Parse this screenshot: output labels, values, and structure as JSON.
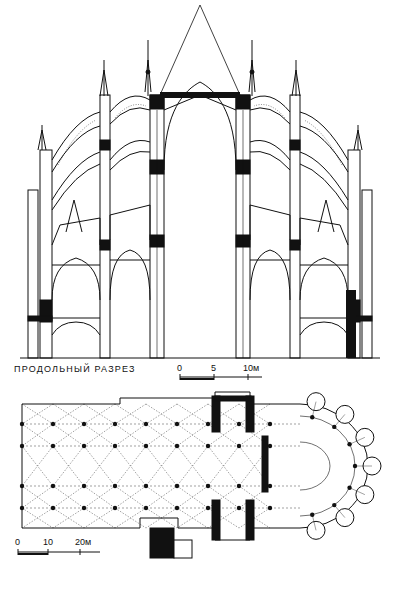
{
  "diagram": {
    "labels": [
      "ПРОДОЛЬНЫЙ РАЗРЕЗ",
      "0",
      "5",
      "10м",
      "0",
      "10",
      "20м"
    ]
  }
}
